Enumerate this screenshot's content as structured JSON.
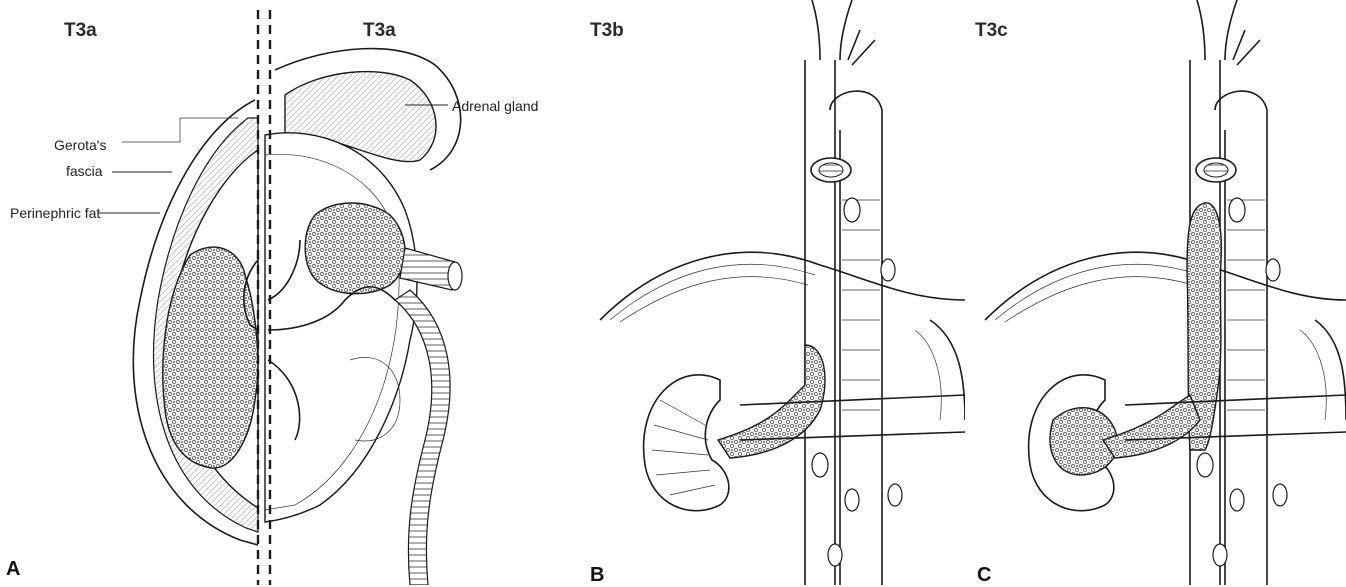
{
  "panels": {
    "a": {
      "letter": "A",
      "left_header": "T3a",
      "right_header": "T3a",
      "labels": {
        "adrenal": "Adrenal gland",
        "gerota_line1": "Gerota's",
        "gerota_line2": "fascia",
        "perinephric": "Perinephric fat"
      }
    },
    "b": {
      "letter": "B",
      "header": "T3b"
    },
    "c": {
      "letter": "C",
      "header": "T3c"
    }
  },
  "colors": {
    "line": "#1a1a1a",
    "tumor_fill": "#e8e8e8",
    "background": "#ffffff"
  }
}
